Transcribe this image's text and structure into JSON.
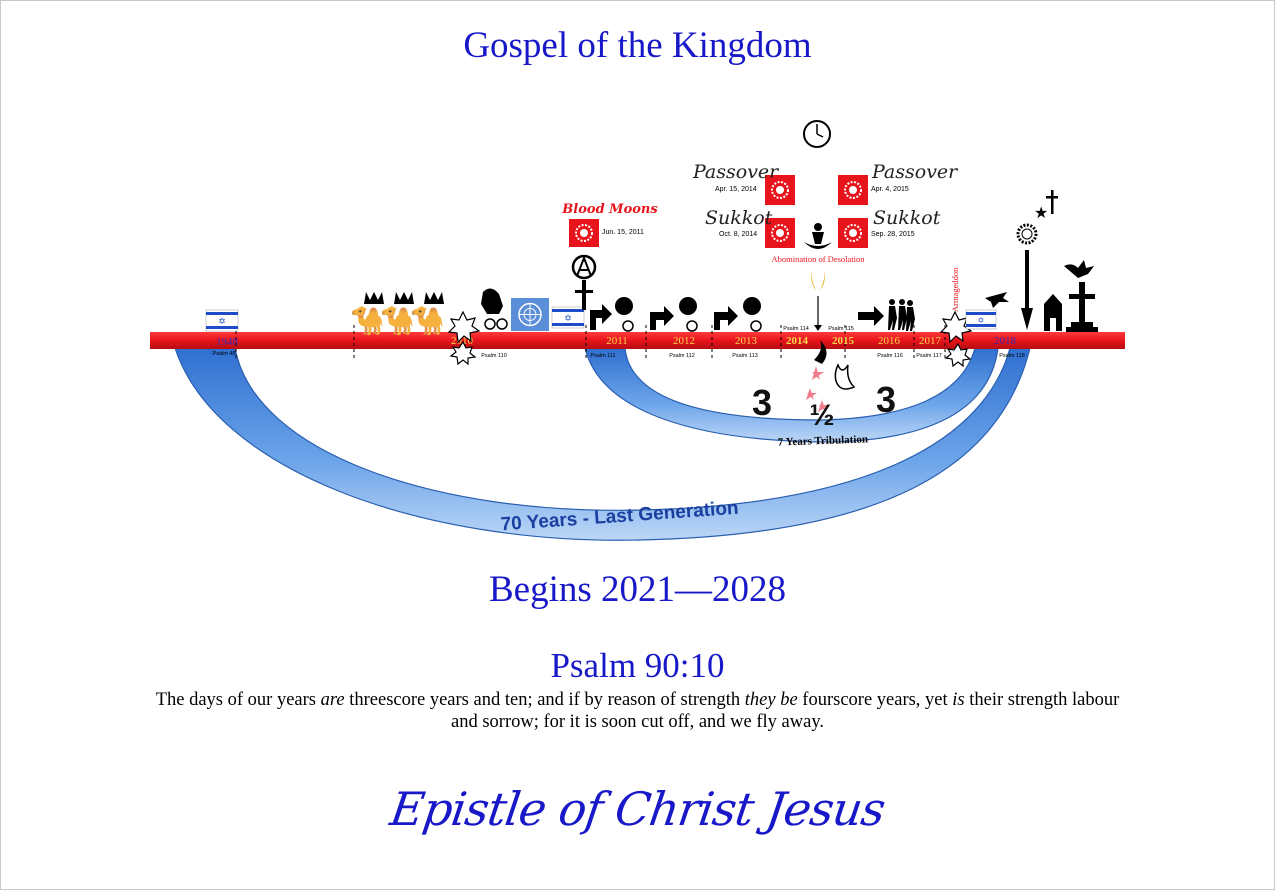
{
  "title": "Gospel of the Kingdom",
  "timeline": {
    "years": [
      {
        "label": "1948",
        "psalm": "Psalm 48"
      },
      {
        "label": "2010",
        "psalm": "Psalm 110"
      },
      {
        "label": "2011",
        "psalm": "Psalm 111"
      },
      {
        "label": "2012",
        "psalm": "Psalm 112"
      },
      {
        "label": "2013",
        "psalm": "Psalm 113"
      },
      {
        "label": "2014",
        "psalm": "Psalm 114"
      },
      {
        "label": "2015",
        "psalm": "Psalm 115"
      },
      {
        "label": "2016",
        "psalm": "Psalm 116"
      },
      {
        "label": "2017",
        "psalm": "Psalm 117"
      },
      {
        "label": "2018",
        "psalm": "Psalm 118"
      }
    ],
    "blood_moons_label": "Blood Moons",
    "moon_events": [
      {
        "name": "",
        "date": "Jun. 15, 2011"
      },
      {
        "name": "Passover",
        "date": "Apr. 15, 2014"
      },
      {
        "name": "Sukkot",
        "date": "Oct. 8, 2014"
      },
      {
        "name": "Passover",
        "date": "Apr. 4, 2015"
      },
      {
        "name": "Sukkot",
        "date": "Sep. 28, 2015"
      }
    ],
    "abomination_label": "Abomination of Desolation",
    "armageddon_label": "Armageddon",
    "half_left": "3",
    "half_mid": "½",
    "half_right": "3",
    "tribulation_label": "7 Years Tribulation",
    "generation_label": "70 Years - Last Generation"
  },
  "colors": {
    "accent_blue": "#1818c8",
    "timeline_red": "#e8141c",
    "year_gold": "#f2d84c",
    "arc_blue": "#3a7fd8"
  },
  "icons": [
    "israel-flag-icon",
    "camel-icon",
    "crown-icon",
    "explosion-icon",
    "rider-icon",
    "un-emblem-icon",
    "anarchy-icon",
    "arrow-icon",
    "clock-icon",
    "red-moon-icon",
    "flame-icon",
    "people-icon",
    "star-icon",
    "cross-icon",
    "angel-icon",
    "church-icon"
  ],
  "begins": "Begins 2021—2028",
  "psalm_ref": "Psalm 90:10",
  "verse": {
    "p1": "The days of our years ",
    "e1": "are",
    "p2": " threescore years and ten; and if by reason of strength ",
    "e2": "they be",
    "p3": " fourscore years, yet ",
    "e3": "is",
    "p4": " their strength labour and sorrow; for it is soon cut off, and we fly away."
  },
  "signature": "Epistle of Christ Jesus"
}
